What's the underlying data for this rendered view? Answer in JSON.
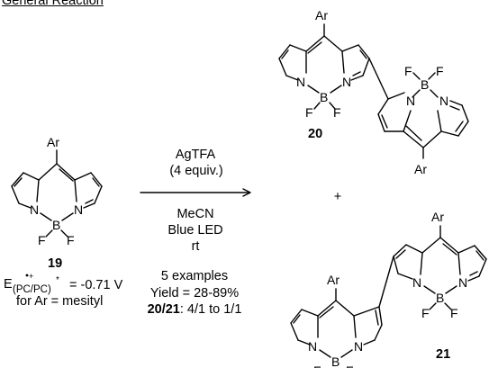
{
  "header": {
    "title": "General Reaction"
  },
  "reactant": {
    "substituent": "Ar",
    "atoms": {
      "n": "N",
      "b": "B",
      "f": "F"
    },
    "compound_number": "19",
    "potential": {
      "prefix": "E",
      "subscript": "(PC/PC)",
      "value": "= -0.71 V"
    },
    "note": "for Ar = mesityl"
  },
  "conditions": {
    "above": [
      "AgTFA",
      "(4 equiv.)"
    ],
    "below": [
      "MeCN",
      "Blue LED",
      "rt"
    ],
    "summary": {
      "examples": "5 examples",
      "yield": "Yield = 28-89%",
      "ratio_label": "20/21",
      "ratio_value": ": 4/1 to 1/1"
    }
  },
  "products": {
    "plus": "+",
    "top": {
      "compound_number": "20",
      "substituent": "Ar"
    },
    "bottom": {
      "compound_number": "21",
      "substituent": "Ar"
    }
  }
}
